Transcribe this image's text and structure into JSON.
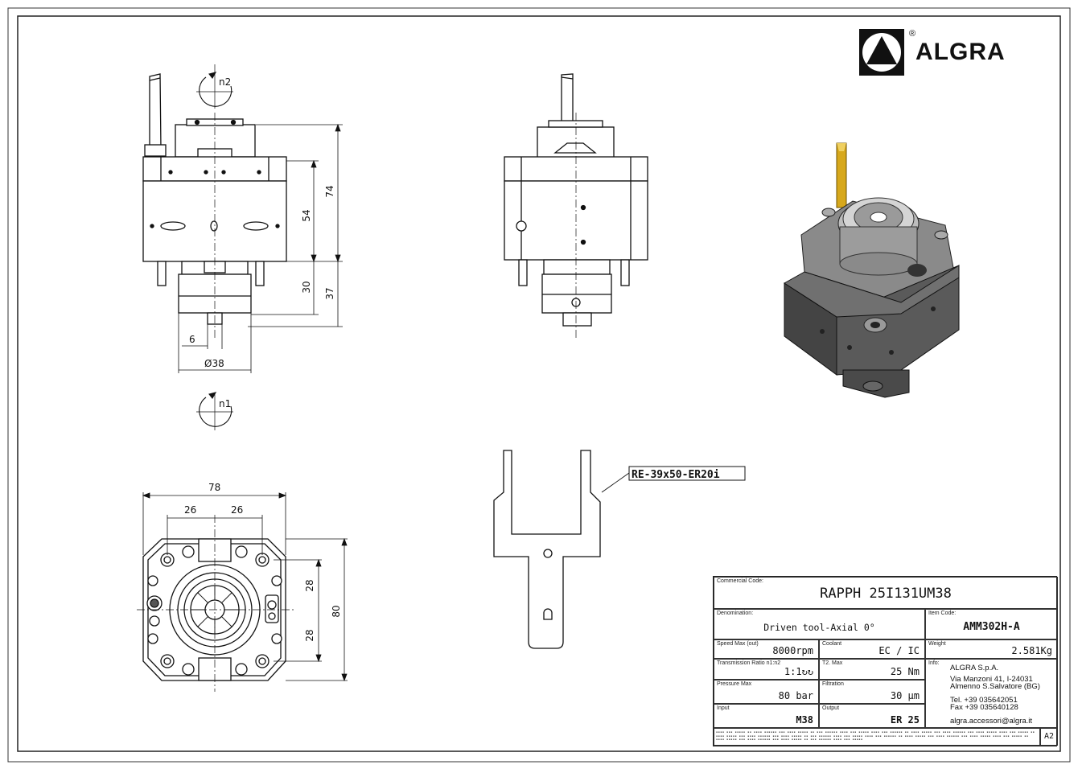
{
  "brand": {
    "name": "ALGRA",
    "registered": "®"
  },
  "dims": {
    "n2": "n2",
    "n1": "n1",
    "d74": "74",
    "d54": "54",
    "d30": "30",
    "d37": "37",
    "d6": "6",
    "d38": "Ø38",
    "d78": "78",
    "d26a": "26",
    "d26b": "26",
    "d28a": "28",
    "d28b": "28",
    "d80": "80"
  },
  "callout": "RE-39x50-ER20i",
  "title_block": {
    "commercial_code_label": "Commercial Code:",
    "commercial_code": "RAPPH 25I131UM38",
    "denomination_label": "Denomination:",
    "denomination": "Driven tool-Axial 0°",
    "item_code_label": "Item Code:",
    "item_code": "AMM302H-A",
    "speed_label": "Speed Max (out)",
    "speed": "8000rpm",
    "coolant_label": "Coolant",
    "coolant": "EC / IC",
    "weight_label": "Weight",
    "weight": "2.581Kg",
    "ratio_label": "Transmission Ratio n1:n2",
    "ratio": "1:1↻↻",
    "torque_label": "T2. Max",
    "torque": "25 Nm",
    "info_label": "Info:",
    "company": "ALGRA S.p.A.",
    "address1": "Via Manzoni 41, I-24031",
    "address2": "Almenno S.Salvatore (BG)",
    "tel": "Tel. +39 035642051",
    "fax": "Fax +39 035640128",
    "email": "algra.accessori@algra.it",
    "pressure_label": "Pressure Max",
    "pressure": "80 bar",
    "filtration_label": "Filtration",
    "filtration": "30 μm",
    "input_label": "Input",
    "input": "M38",
    "output_label": "Output",
    "output": "ER 25",
    "sheet_size": "A2"
  }
}
